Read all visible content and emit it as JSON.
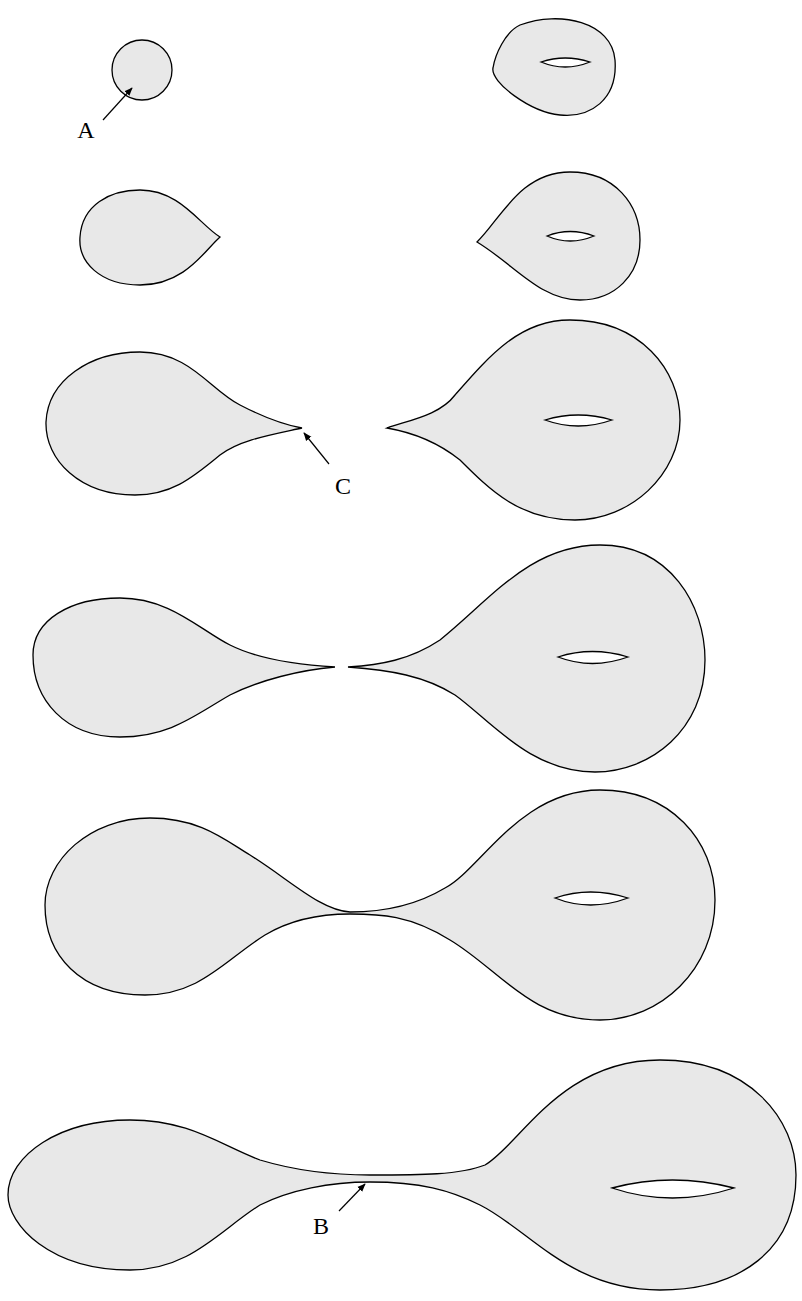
{
  "diagram": {
    "labels": [
      "A",
      "C",
      "B"
    ]
  }
}
